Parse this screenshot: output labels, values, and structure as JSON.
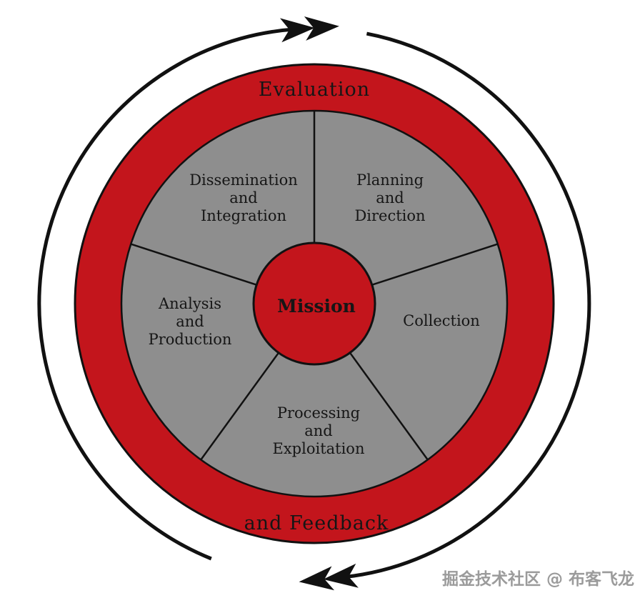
{
  "diagram": {
    "title_top": "Evaluation",
    "title_bottom": "and Feedback",
    "center_label": "Mission",
    "sectors": {
      "dissemination": {
        "lines": [
          "Dissemination",
          "and",
          "Integration"
        ]
      },
      "planning": {
        "lines": [
          "Planning",
          "and",
          "Direction"
        ]
      },
      "collection": {
        "lines": [
          "Collection"
        ]
      },
      "analysis": {
        "lines": [
          "Analysis",
          "and",
          "Production"
        ]
      },
      "processing": {
        "lines": [
          "Processing",
          "and",
          "Exploitation"
        ]
      }
    },
    "colors": {
      "ring_red": "#c3151c",
      "sector_gray": "#8e8e8e",
      "outline": "#111111"
    }
  },
  "watermark": "掘金技术社区 @ 布客飞龙"
}
